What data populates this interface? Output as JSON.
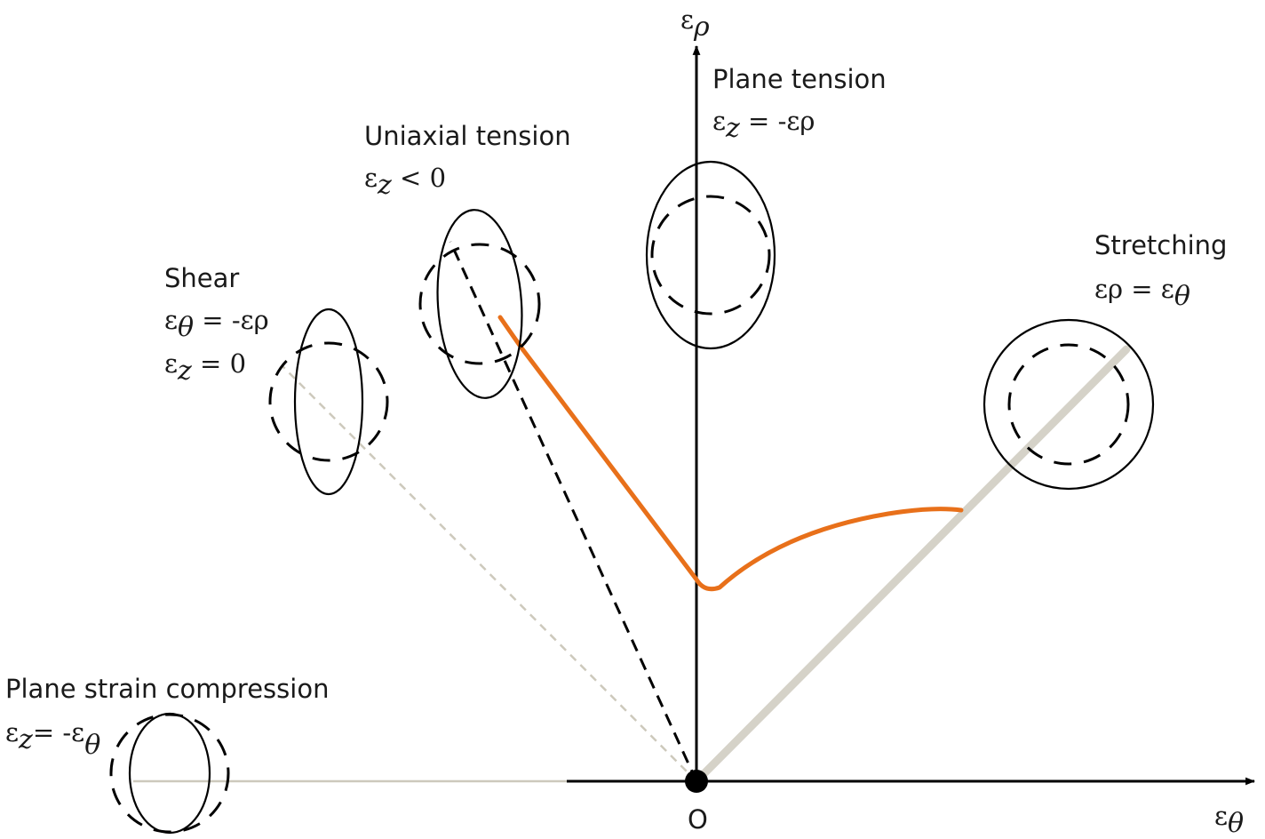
{
  "axes": {
    "x_label_symbol": "ε",
    "x_label_sub": "θ",
    "y_label_symbol": "ε",
    "y_label_sub": "ρ",
    "origin_label": "O"
  },
  "regions": {
    "plane_tension": {
      "title": "Plane tension",
      "eq_a": "ε",
      "eq_sub": "z",
      "eq_b": " = -ερ"
    },
    "uniaxial_tension": {
      "title": "Uniaxial tension",
      "eq_a": "ε",
      "eq_sub": "z",
      "eq_b": " < 0"
    },
    "shear": {
      "title": "Shear",
      "eq1_a": "ε",
      "eq1_sub": "θ",
      "eq1_b": " = -ερ",
      "eq2_a": "ε",
      "eq2_sub": "z",
      "eq2_b": " = 0"
    },
    "stretching": {
      "title": "Stretching",
      "eq_a": "ερ = ε",
      "eq_sub": "θ"
    },
    "plane_strain_compression": {
      "title": "Plane strain compression",
      "eq_a": "ε",
      "eq_sub1": "z",
      "eq_b": "= -ε",
      "eq_sub2": "θ"
    }
  },
  "colors": {
    "forming_limit_curve": "#e8701a",
    "stretching_path": "#d5d2c8",
    "shear_path": "#cdc9bc",
    "axis": "#000000"
  }
}
